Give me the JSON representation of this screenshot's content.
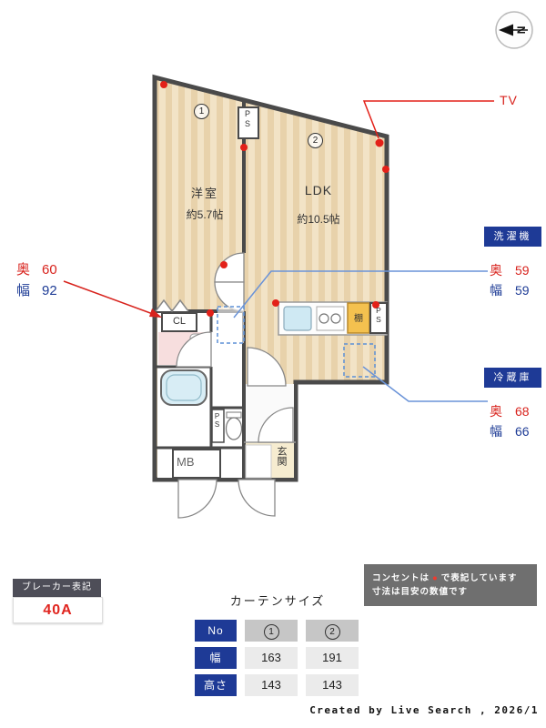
{
  "compass": {
    "letter": "N"
  },
  "plan": {
    "rooms": [
      {
        "num": "1",
        "name": "洋室",
        "size": "約5.7帖"
      },
      {
        "num": "2",
        "name": "LDK",
        "size": "約10.5帖"
      }
    ],
    "labels": {
      "ps": "PS",
      "cl": "CL",
      "mb": "MB",
      "tana": "棚",
      "genkan": "玄関"
    },
    "tv_label": "TV"
  },
  "annotations": {
    "closet": {
      "depth_label": "奥",
      "depth": "60",
      "width_label": "幅",
      "width": "92"
    },
    "washer": {
      "title": "洗濯機",
      "depth_label": "奥",
      "depth": "59",
      "width_label": "幅",
      "width": "59"
    },
    "fridge": {
      "title": "冷蔵庫",
      "depth_label": "奥",
      "depth": "68",
      "width_label": "幅",
      "width": "66"
    }
  },
  "breaker": {
    "label": "ブレーカー表記",
    "value": "40A"
  },
  "curtain": {
    "title": "カーテンサイズ",
    "col_headers": [
      "No",
      "1",
      "2"
    ],
    "rows": [
      {
        "label": "幅",
        "v1": "163",
        "v2": "191"
      },
      {
        "label": "高さ",
        "v1": "143",
        "v2": "143"
      }
    ]
  },
  "notes": {
    "l1a": "コンセントは",
    "l1dot": "●",
    "l1b": "で表記しています",
    "l2": "寸法は目安の数値です"
  },
  "footer": "Created by Live Search , 2026/1",
  "colors": {
    "red": "#d8231d",
    "blue": "#1e3c96",
    "navy": "#1e3a96",
    "outlet_red": "#e32119",
    "callout_blue": "#6a93d8",
    "wall": "#4a4a4a"
  }
}
